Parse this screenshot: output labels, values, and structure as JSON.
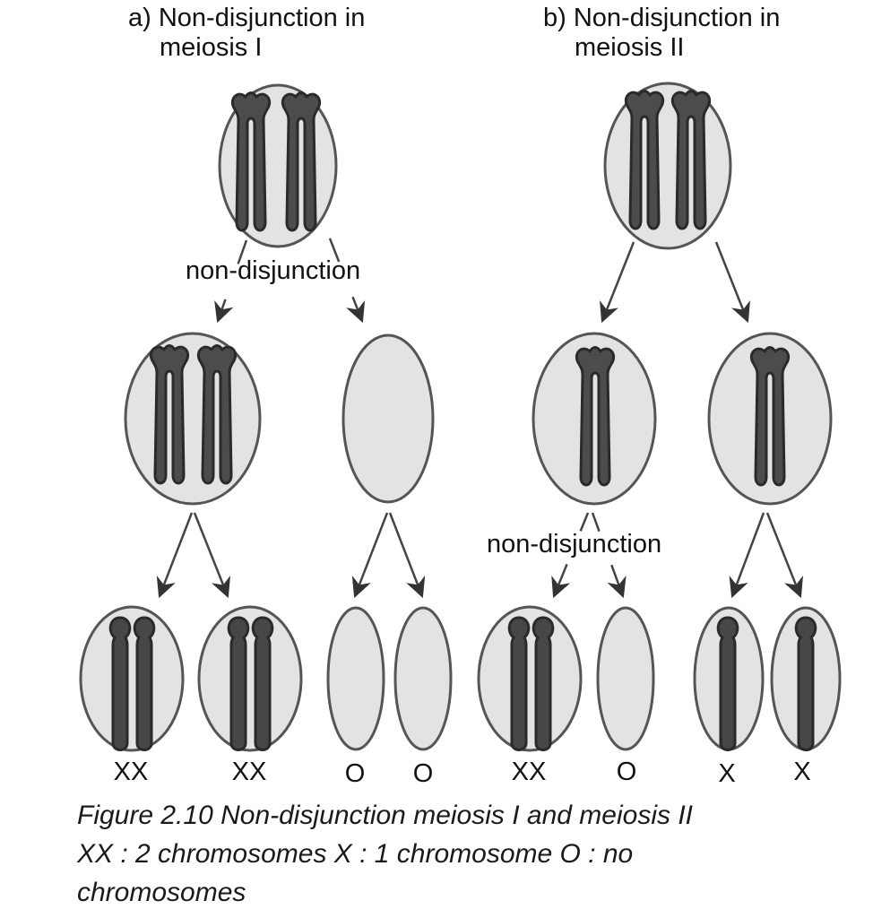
{
  "panels": [
    {
      "id": "a",
      "title_line1": "a) Non-disjunction in",
      "title_line2": "meiosis I",
      "event_label": "non-disjunction",
      "event_stage": "meiosis I",
      "parent_chromosomes": 2,
      "middle_cells": [
        {
          "chromosomes": 2,
          "chromatids": "double"
        },
        {
          "chromosomes": 0,
          "chromatids": "none"
        }
      ],
      "gametes": [
        {
          "label": "XX",
          "chromosomes": 2
        },
        {
          "label": "XX",
          "chromosomes": 2
        },
        {
          "label": "O",
          "chromosomes": 0
        },
        {
          "label": "O",
          "chromosomes": 0
        }
      ]
    },
    {
      "id": "b",
      "title_line1": "b) Non-disjunction in",
      "title_line2": "meiosis II",
      "event_label": "non-disjunction",
      "event_stage": "meiosis II",
      "parent_chromosomes": 2,
      "middle_cells": [
        {
          "chromosomes": 1,
          "chromatids": "double"
        },
        {
          "chromosomes": 1,
          "chromatids": "double"
        }
      ],
      "gametes": [
        {
          "label": "XX",
          "chromosomes": 2
        },
        {
          "label": "O",
          "chromosomes": 0
        },
        {
          "label": "X",
          "chromosomes": 1
        },
        {
          "label": "X",
          "chromosomes": 1
        }
      ]
    }
  ],
  "caption": {
    "line1": "Figure 2.10 Non-disjunction meiosis I and meiosis II",
    "line2": "XX : 2 chromosomes X : 1 chromosome O : no",
    "line3": "chromosomes"
  },
  "colors": {
    "cell_fill": "#e3e3e3",
    "cell_stroke": "#555555",
    "chromosome_fill": "#4a4a4a",
    "chromosome_dark": "#333333",
    "arrow": "#444444",
    "text": "#111111"
  }
}
